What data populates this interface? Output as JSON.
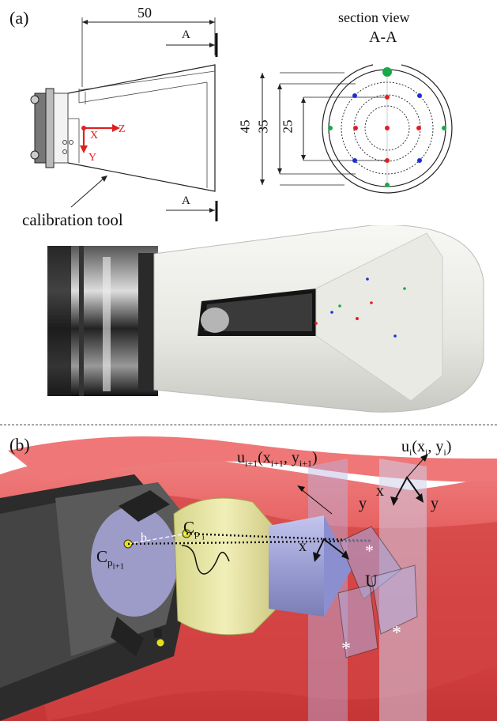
{
  "panel_a": {
    "label": "(a)",
    "dimension_top": "50",
    "section_marker_top": "A",
    "section_marker_bottom": "A",
    "axis_z": "Z",
    "axis_x": "X",
    "axis_y": "Y",
    "section_title_line1": "section view",
    "section_title_line2": "A-A",
    "dim_45": "45",
    "dim_35": "35",
    "dim_25": "25",
    "tool_caption": "calibration tool",
    "dot_colors": {
      "red": "#e02020",
      "blue": "#1a2fd6",
      "green": "#1aa84a"
    }
  },
  "panel_b": {
    "label": "(b)",
    "u_next": "u",
    "u_next_sub": "i+1",
    "u_next_args_open": "(x",
    "u_next_args_x_sub": "i+1",
    "u_next_args_mid": ", y",
    "u_next_args_y_sub": "i+1",
    "u_next_args_close": ")",
    "u_cur": "u",
    "u_cur_sub": "i",
    "u_cur_args_open": "(x",
    "u_cur_args_x_sub": "i",
    "u_cur_args_mid": ", y",
    "u_cur_args_y_sub": "i",
    "u_cur_args_close": ")",
    "axis_x_left": "x",
    "axis_y_left": "y",
    "axis_x_right": "x",
    "axis_y_right": "y",
    "cp_i_main": "C",
    "cp_i_p": "p",
    "cp_i_sub": "i",
    "cp_next_main": "C",
    "cp_next_p": "p",
    "cp_next_sub": "i+1",
    "baseline": "b",
    "region": "U",
    "star": "*"
  }
}
